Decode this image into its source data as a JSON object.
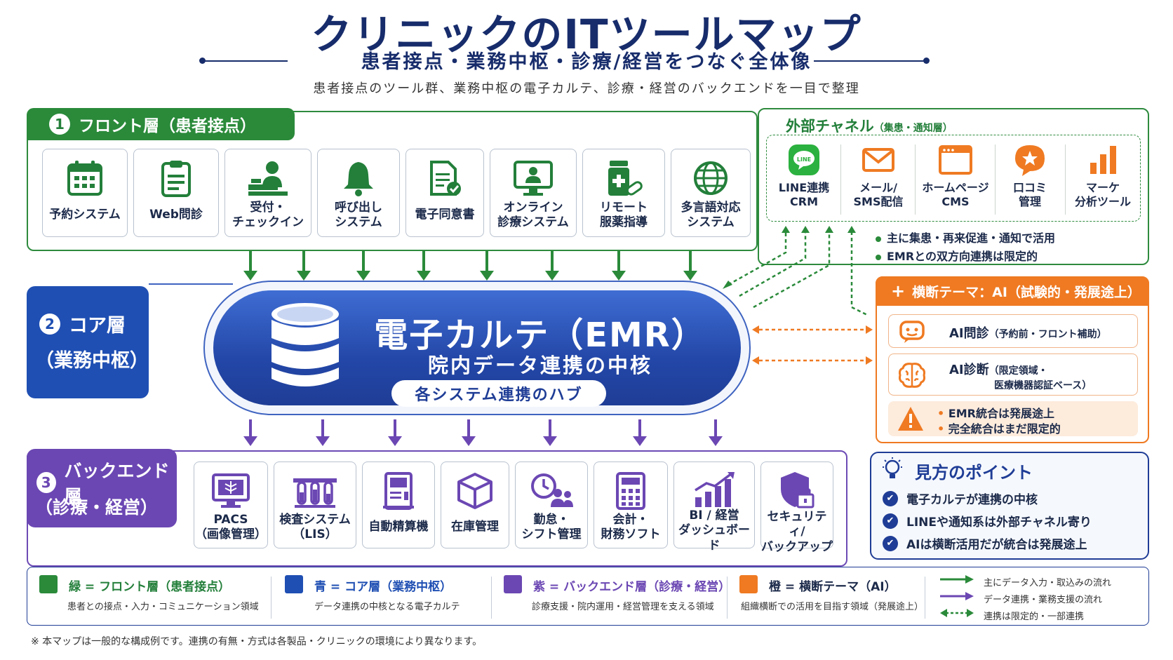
{
  "header": {
    "title": "クリニックのITツールマップ",
    "subtitle": "患者接点・業務中枢・診療/経営をつなぐ全体像",
    "description": "患者接点のツール群、業務中枢の電子カルテ、診療・経営のバックエンドを一目で整理"
  },
  "front": {
    "number": "1",
    "title": "フロント層（患者接点）",
    "items": [
      {
        "label": "予約システム",
        "icon": "calendar-icon"
      },
      {
        "label": "Web問診",
        "icon": "clipboard-icon"
      },
      {
        "label": "受付・\nチェックイン",
        "icon": "reception-icon"
      },
      {
        "label": "呼び出し\nシステム",
        "icon": "bell-icon"
      },
      {
        "label": "電子同意書",
        "icon": "document-check-icon"
      },
      {
        "label": "オンライン\n診療システム",
        "icon": "monitor-doctor-icon"
      },
      {
        "label": "リモート\n服薬指導",
        "icon": "medicine-icon"
      },
      {
        "label": "多言語対応\nシステム",
        "icon": "globe-icon"
      }
    ]
  },
  "external": {
    "title": "外部チャネル",
    "title_note": "（集患・通知層）",
    "items": [
      {
        "label": "LINE連携\nCRM",
        "icon": "line-icon",
        "badge": "LINE"
      },
      {
        "label": "メール/\nSMS配信",
        "icon": "mail-icon"
      },
      {
        "label": "ホームページ\nCMS",
        "icon": "browser-icon"
      },
      {
        "label": "口コミ\n管理",
        "icon": "star-bubble-icon"
      },
      {
        "label": "マーケ\n分析ツール",
        "icon": "bar-chart-icon"
      }
    ],
    "notes": [
      "主に集患・再来促進・通知で活用",
      "EMRとの双方向連携は限定的"
    ]
  },
  "core": {
    "number": "2",
    "title_line1": "コア層",
    "title_line2": "（業務中枢）",
    "emr_title": "電子カルテ（EMR）",
    "emr_subtitle": "院内データ連携の中核",
    "emr_hub": "各システム連携のハブ"
  },
  "ai": {
    "title": "横断テーマ：AI（試験的・発展途上）",
    "items": [
      {
        "name": "AI問診",
        "note": "（予約前・フロント補助）",
        "icon": "chatbot-icon"
      },
      {
        "name": "AI診断",
        "note": "（限定領域・",
        "note2": "医療機器認証ベース）",
        "icon": "brain-icon"
      }
    ],
    "warnings": [
      "EMR統合は発展途上",
      "完全統合はまだ限定的"
    ]
  },
  "back": {
    "number": "3",
    "title_line1": "バックエンド層",
    "title_line2": "（診療・経営）",
    "items": [
      {
        "label": "PACS\n（画像管理）",
        "icon": "xray-monitor-icon"
      },
      {
        "label": "検査システム\n（LIS）",
        "icon": "test-tube-icon"
      },
      {
        "label": "自動精算機",
        "icon": "payment-kiosk-icon"
      },
      {
        "label": "在庫管理",
        "icon": "box-icon"
      },
      {
        "label": "勤怠・\nシフト管理",
        "icon": "clock-people-icon"
      },
      {
        "label": "会計・\n財務ソフト",
        "icon": "calculator-icon"
      },
      {
        "label": "BI / 経営\nダッシュボード",
        "icon": "growth-chart-icon"
      },
      {
        "label": "セキュリティ/\nバックアップ",
        "icon": "shield-lock-icon"
      }
    ]
  },
  "points": {
    "title": "見方のポイント",
    "items": [
      "電子カルテが連携の中核",
      "LINEや通知系は外部チャネル寄り",
      "AIは横断活用だが統合は発展途上"
    ]
  },
  "legend": {
    "items": [
      {
        "title": "緑 = フロント層（患者接点）",
        "desc": "患者との接点・入力・コミュニケーション領域",
        "color": "#2a8a3a"
      },
      {
        "title": "青 = コア層（業務中枢）",
        "desc": "データ連携の中核となる電子カルテ",
        "color": "#1f4fb3"
      },
      {
        "title": "紫 = バックエンド層（診療・経営）",
        "desc": "診療支援・院内運用・経営管理を支える領域",
        "color": "#6b47b3"
      },
      {
        "title": "橙 = 横断テーマ（AI）",
        "desc": "組織横断での活用を目指す領域（発展途上）",
        "color": "#ef7a22"
      }
    ],
    "arrows": [
      "主にデータ入力・取込みの流れ",
      "データ連携・業務支援の流れ",
      "連携は限定的・一部連携"
    ]
  },
  "footnote": "※ 本マップは一般的な構成例です。連携の有無・方式は各製品・クリニックの環境により異なります。",
  "colors": {
    "green": "#2a8a3a",
    "blue": "#1f4fb3",
    "purple": "#6b47b3",
    "orange": "#ef7a22",
    "navy": "#172c6b"
  }
}
